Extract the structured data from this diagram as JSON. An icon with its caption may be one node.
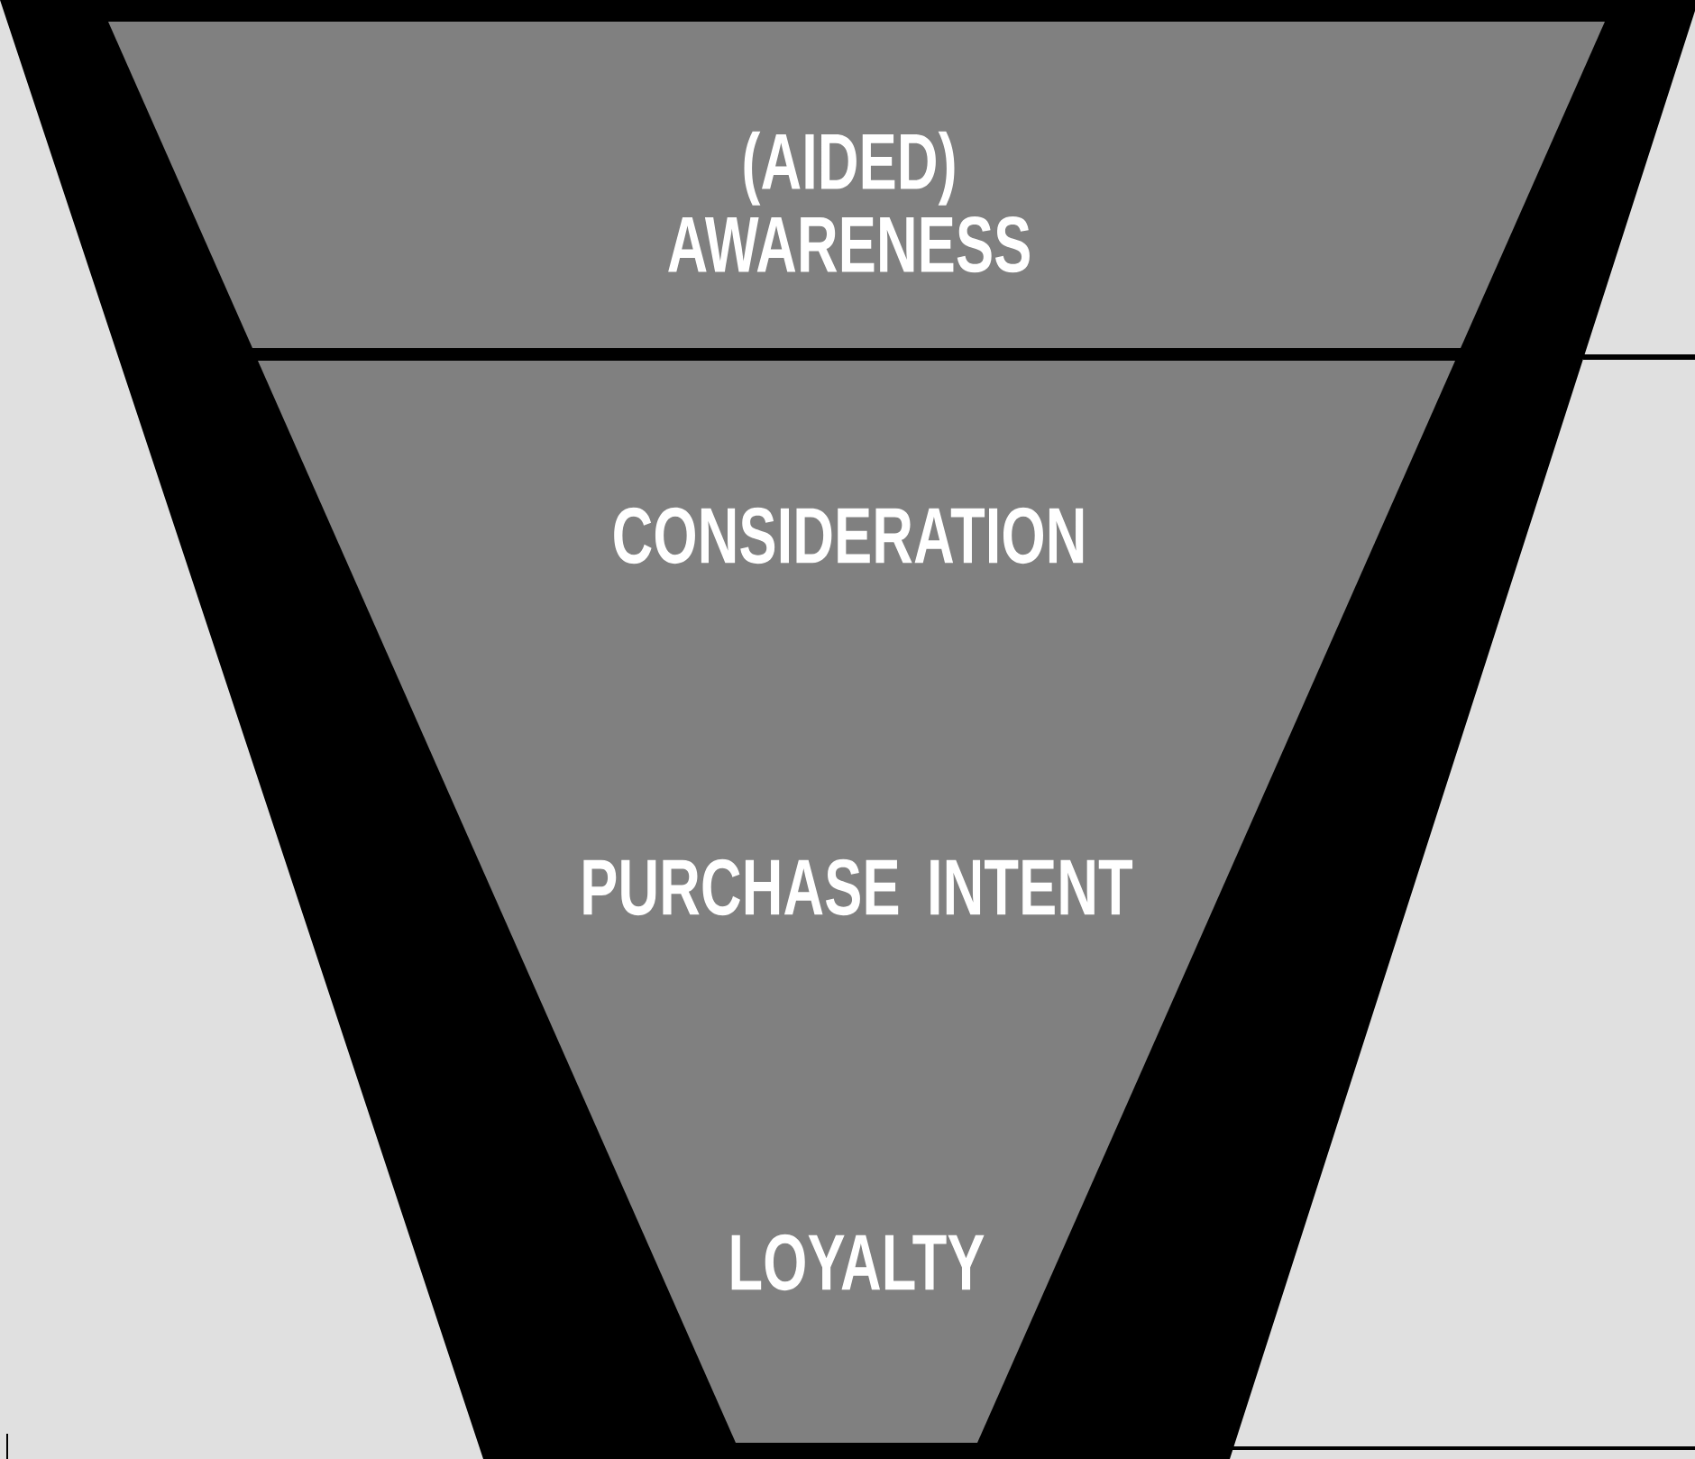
{
  "diagram": {
    "nodes": [
      {
        "text": [
          "(AIDED) AWARENESS"
        ]
      },
      {
        "text": [
          "CONSIDERATION",
          "PURCHASE INTENT",
          "LOYALTY"
        ]
      }
    ]
  }
}
